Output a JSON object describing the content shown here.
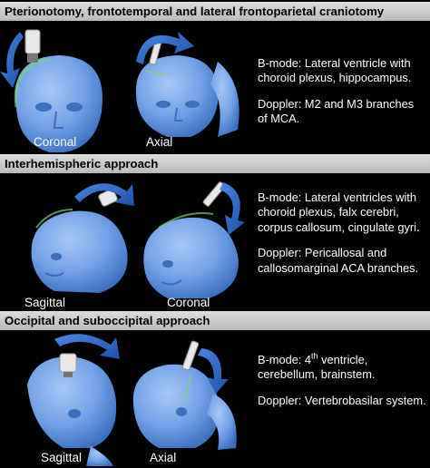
{
  "colors": {
    "head": "#6f9ee6",
    "arrow": "#2f68c9",
    "band": "#c8c8c8",
    "text": "#ffffff"
  },
  "sections": [
    {
      "title": "Pterionotomy, frontotemporal and lateral frontoparietal craniotomy",
      "views": [
        "Coronal",
        "Axial"
      ],
      "bmode": "B-mode: Lateral ventricle with choroid plexus, hippocampus.",
      "doppler": "Doppler: M2 and M3 branches of MCA."
    },
    {
      "title": "Interhemispheric approach",
      "views": [
        "Sagittal",
        "Coronal"
      ],
      "bmode": "B-mode: Lateral ventricles with choroid plexus, falx cerebri, corpus callosum, cingulate gyri.",
      "doppler": "Doppler: Pericallosal and callosomarginal ACA branches."
    },
    {
      "title": "Occipital and suboccipital approach",
      "views": [
        "Sagittal",
        "Axial"
      ],
      "bmode_prefix": "B-mode: 4",
      "bmode_sup": "th",
      "bmode_suffix": " ventricle, cerebellum, brainstem.",
      "doppler": "Doppler: Vertebrobasilar system."
    }
  ]
}
